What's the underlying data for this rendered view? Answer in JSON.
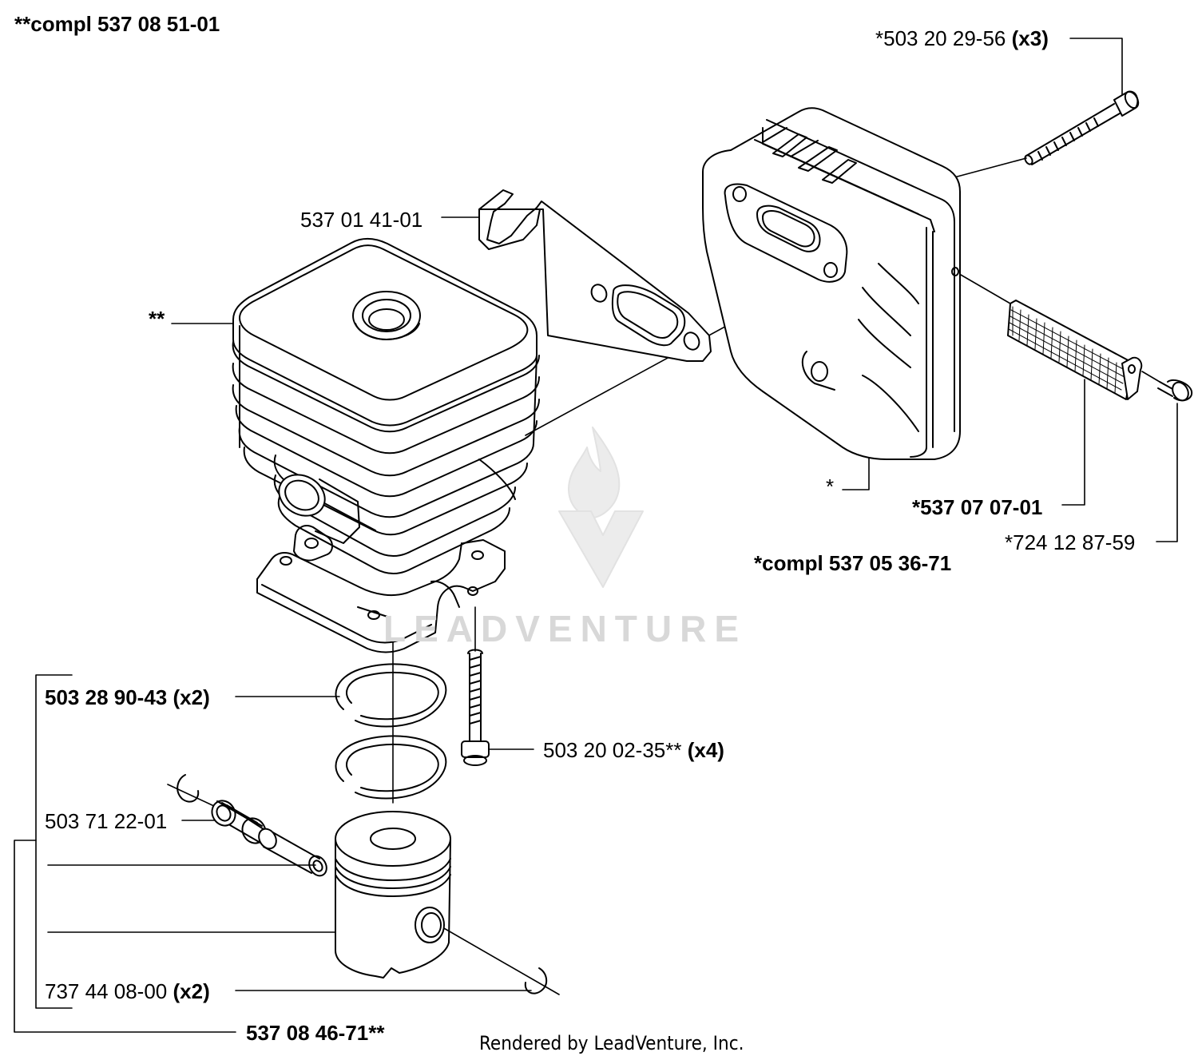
{
  "labels": {
    "assembly_cylinder": "**compl 537 08 51-01",
    "bolt_muffler_code": "*503 20 29-56",
    "bolt_muffler_qty": "(x3)",
    "gasket": "537 01 41-01",
    "cylinder_marker": "**",
    "muffler_marker": "*",
    "spark_screen": "*537 07 07-01",
    "screw": "*724 12 87-59",
    "assembly_muffler": "*compl 537 05 36-71",
    "piston_ring_code": "503 28 90-43",
    "piston_ring_qty": "(x2)",
    "cylinder_bolt_code": "503 20 02-35**",
    "cylinder_bolt_qty": "(x4)",
    "needle_bearing": "503 71 22-01",
    "circlip_code": "737 44 08-00",
    "circlip_qty": "(x2)",
    "piston_assembly": "537 08 46-71**"
  },
  "watermark": "LEADVENTURE",
  "footer": "Rendered by LeadVenture, Inc."
}
